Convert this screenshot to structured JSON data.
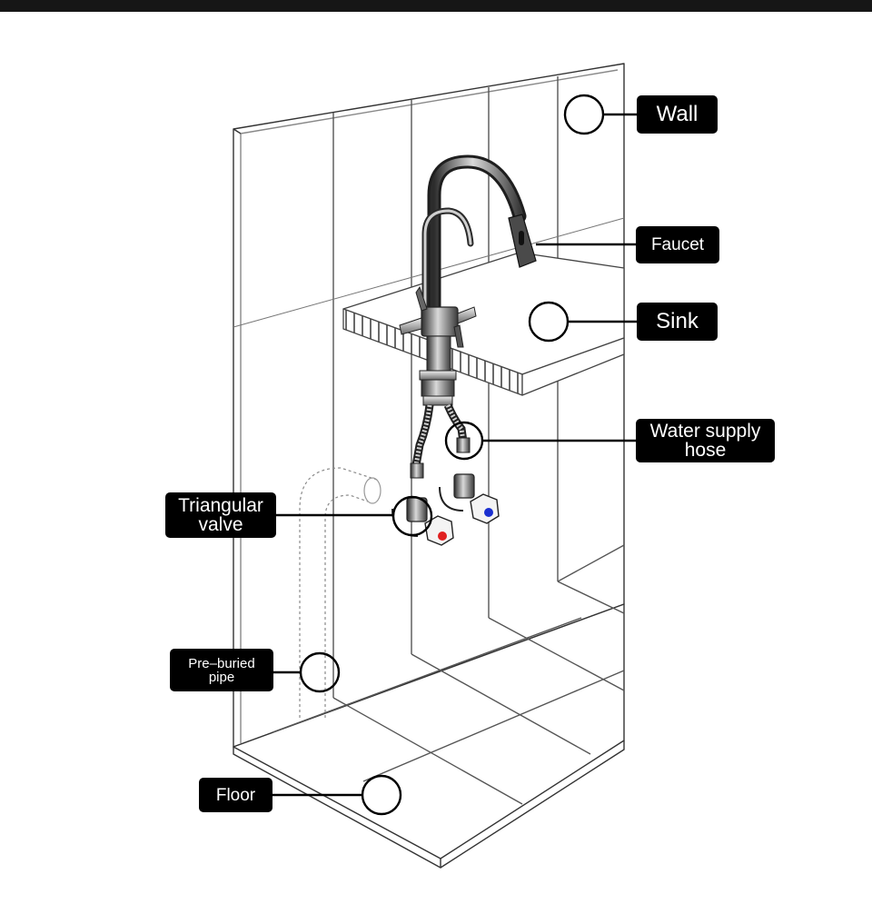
{
  "labels": {
    "wall": "Wall",
    "faucet": "Faucet",
    "sink": "Sink",
    "water_supply_hose": "Water supply\nhose",
    "triangular_valve": "Triangular\nvalve",
    "pre_buried_pipe": "Pre–buried\npipe",
    "floor": "Floor"
  },
  "colors": {
    "label_background": "#000000",
    "label_text": "#ffffff",
    "top_bar": "#161616",
    "hot_valve": "#e02020",
    "cold_valve": "#1a2fd0"
  },
  "icons": {
    "faucet": "pull-down-faucet-icon",
    "valves": "angle-valve-icon"
  }
}
